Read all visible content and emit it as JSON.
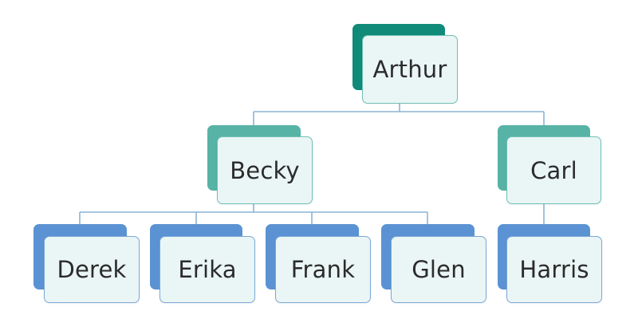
{
  "colors": {
    "connector": "#8ab4d4",
    "root_back": "#108a79",
    "level1_back": "#56b3a5",
    "level2_back": "#5b92d3",
    "card_fill": "#eaf5f5",
    "teal_border": "#6ec0b6",
    "blue_border": "#7aa8d6"
  },
  "nodes": {
    "arthur": {
      "label": "Arthur"
    },
    "becky": {
      "label": "Becky"
    },
    "carl": {
      "label": "Carl"
    },
    "derek": {
      "label": "Derek"
    },
    "erika": {
      "label": "Erika"
    },
    "frank": {
      "label": "Frank"
    },
    "glen": {
      "label": "Glen"
    },
    "harris": {
      "label": "Harris"
    }
  },
  "relations": [
    {
      "parent": "Arthur",
      "children": [
        "Becky",
        "Carl"
      ]
    },
    {
      "parent": "Becky",
      "children": [
        "Derek",
        "Erika",
        "Frank",
        "Glen"
      ]
    },
    {
      "parent": "Carl",
      "children": [
        "Harris"
      ]
    }
  ]
}
